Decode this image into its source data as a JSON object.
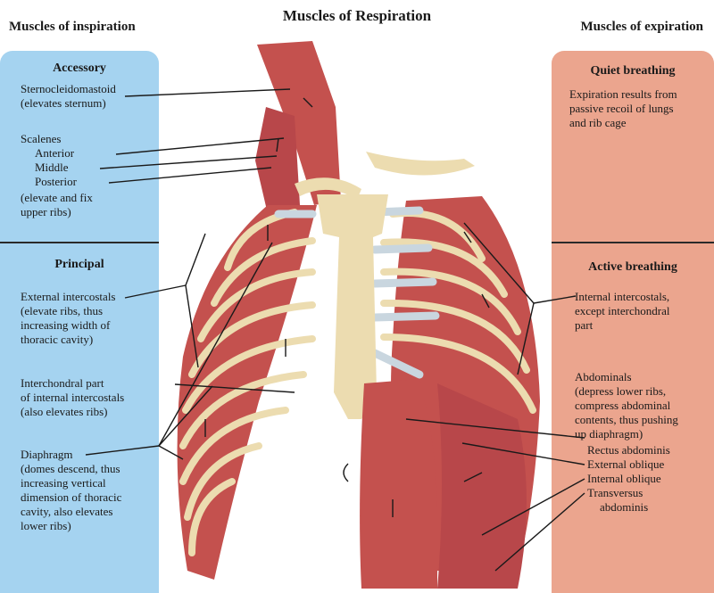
{
  "title": "Muscles of Respiration",
  "left_column": {
    "header": "Muscles of inspiration",
    "accessory": {
      "heading": "Accessory",
      "sternocleidomastoid": "Sternocleidomastoid",
      "sternocleidomastoid_note": "(elevates sternum)",
      "scalenes": "Scalenes",
      "anterior": "Anterior",
      "middle": "Middle",
      "posterior": "Posterior",
      "scalenes_note_1": "(elevate and fix",
      "scalenes_note_2": "upper ribs)"
    },
    "principal": {
      "heading": "Principal",
      "external_intercostals": "External intercostals",
      "ext_note_1": "(elevate ribs, thus",
      "ext_note_2": "increasing width of",
      "ext_note_3": "thoracic cavity)",
      "interchondral_1": "Interchondral part",
      "interchondral_2": "of internal intercostals",
      "interchondral_3": "(also elevates ribs)",
      "diaphragm": "Diaphragm",
      "diaphragm_note_1": "(domes descend, thus",
      "diaphragm_note_2": "increasing vertical",
      "diaphragm_note_3": "dimension of thoracic",
      "diaphragm_note_4": "cavity, also elevates",
      "diaphragm_note_5": "lower ribs)"
    }
  },
  "right_column": {
    "header": "Muscles of expiration",
    "quiet": {
      "heading": "Quiet breathing",
      "line_1": "Expiration results from",
      "line_2": "passive recoil of lungs",
      "line_3": "and rib cage"
    },
    "active": {
      "heading": "Active breathing",
      "internal_1": "Internal intercostals,",
      "internal_2": "except interchondral",
      "internal_3": "part",
      "abdominals": "Abdominals",
      "abd_note_1": "(depress lower ribs,",
      "abd_note_2": "compress abdominal",
      "abd_note_3": "contents, thus pushing",
      "abd_note_4": "up diaphragm)",
      "rectus": "Rectus abdominis",
      "external_oblique": "External oblique",
      "internal_oblique": "Internal oblique",
      "transversus_1": "Transversus",
      "transversus_2": "abdominis"
    }
  },
  "colors": {
    "inspiration_panel": "#a5d3f0",
    "expiration_panel": "#eba58e",
    "muscle": "#c4514e",
    "rib": "#ecdcb0",
    "cartilage": "#c9d6df"
  }
}
